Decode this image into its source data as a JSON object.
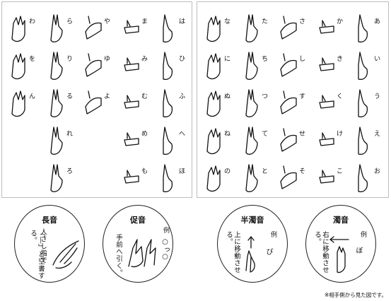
{
  "left_grid": [
    [
      "わ",
      "ら",
      "や",
      "ま",
      "は"
    ],
    [
      "を",
      "り",
      "ゆ",
      "み",
      "ひ"
    ],
    [
      "ん",
      "る",
      "よ",
      "む",
      "ふ"
    ],
    [
      "",
      "れ",
      "",
      "め",
      "へ"
    ],
    [
      "",
      "ろ",
      "",
      "も",
      "ほ"
    ]
  ],
  "right_grid": [
    [
      "な",
      "た",
      "さ",
      "か",
      "あ"
    ],
    [
      "に",
      "ち",
      "し",
      "き",
      "い"
    ],
    [
      "ぬ",
      "つ",
      "す",
      "く",
      "う"
    ],
    [
      "ね",
      "て",
      "せ",
      "け",
      "え"
    ],
    [
      "の",
      "と",
      "そ",
      "こ",
      "お"
    ]
  ],
  "bubbles": [
    {
      "title": "長音",
      "text1": "人さし指で",
      "text2": "「―」と空書する。",
      "example_label": "",
      "example_value": ""
    },
    {
      "title": "促音",
      "text1": "手前へ引く。",
      "text2": "",
      "example_label": "例",
      "example_value": "○っ○"
    },
    {
      "title": "半濁音",
      "text1": "上に移動させる。",
      "text2": "",
      "example_label": "例",
      "example_value": "ぴ"
    },
    {
      "title": "濁音",
      "text1": "右に移動させる。",
      "text2": "",
      "example_label": "例",
      "example_value": "ぼ"
    }
  ],
  "footnote": "※相手側から見た図です。",
  "icons": {
    "hand": "hand-sign-icon",
    "arrow": "motion-arrow-icon"
  }
}
